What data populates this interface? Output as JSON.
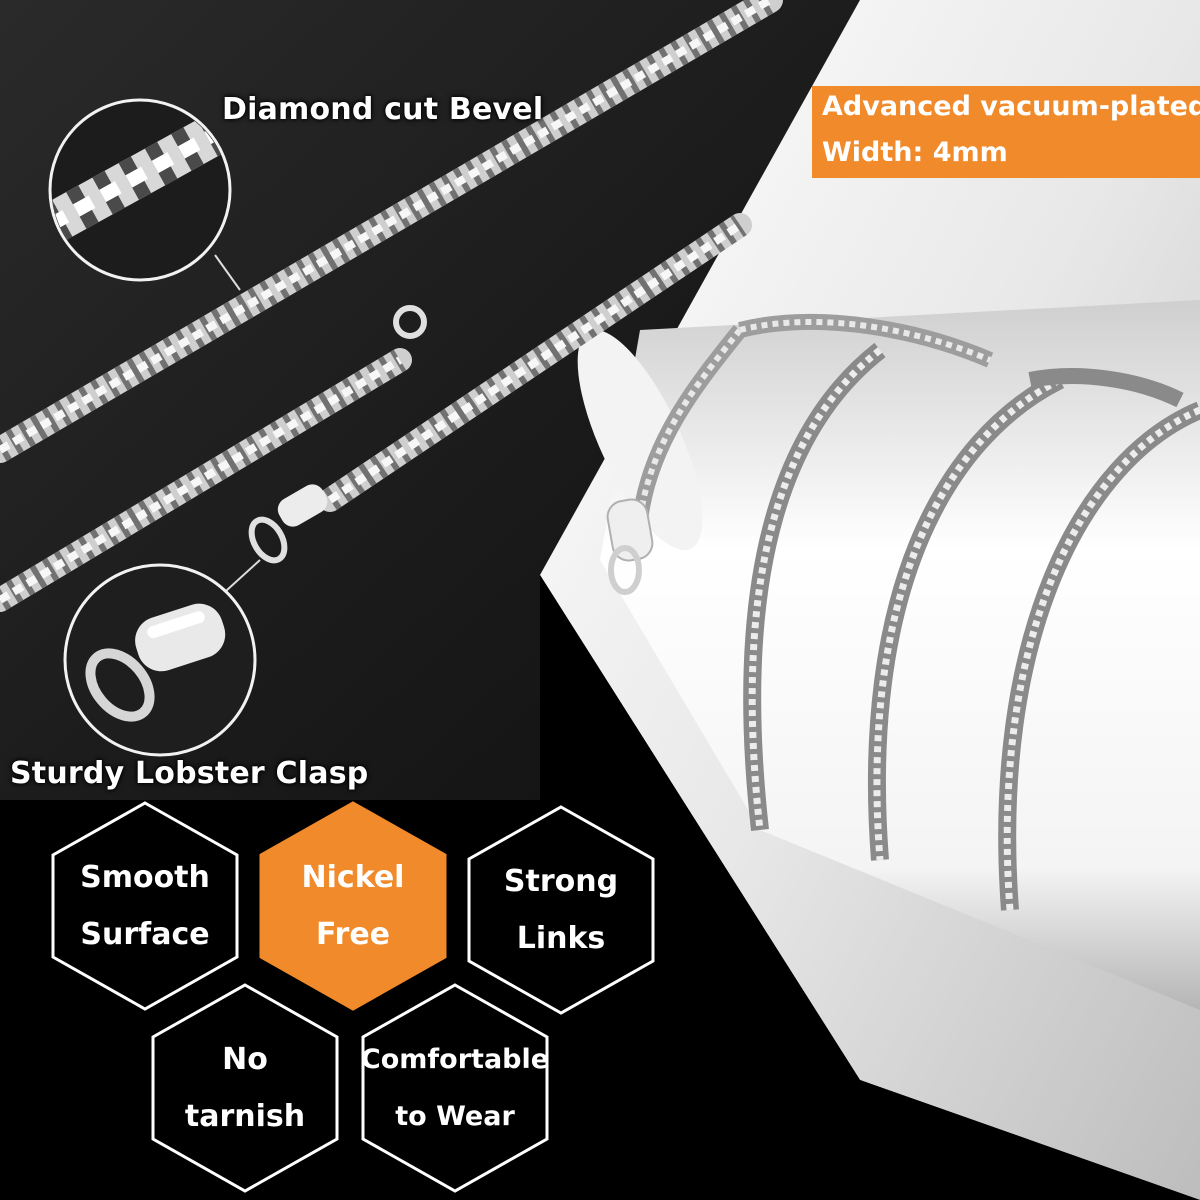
{
  "callouts": {
    "bevel": "Diamond cut Bevel",
    "clasp": "Sturdy Lobster Clasp"
  },
  "banner": {
    "line1": "Advanced vacuum-plated",
    "line2": "Width: 4mm",
    "color": "#f08a2a"
  },
  "features": [
    {
      "line1": "Smooth",
      "line2": "Surface",
      "highlight": false
    },
    {
      "line1": "Nickel",
      "line2": "Free",
      "highlight": true
    },
    {
      "line1": "Strong",
      "line2": "Links",
      "highlight": false
    },
    {
      "line1": "No",
      "line2": "tarnish",
      "highlight": false
    },
    {
      "line1": "Comfortable",
      "line2": "to Wear",
      "highlight": false
    }
  ],
  "colors": {
    "accent": "#f08a2a",
    "background": "#000000",
    "silver": "#d9d9d9"
  }
}
